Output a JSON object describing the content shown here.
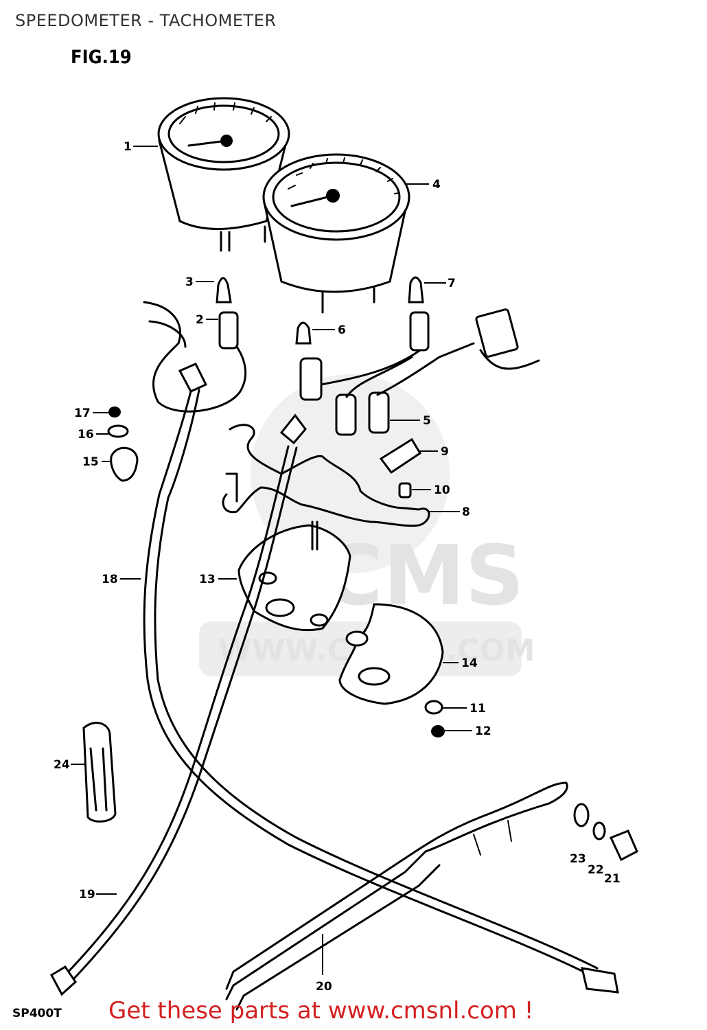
{
  "title": "SPEEDOMETER - TACHOMETER",
  "figure": "FIG.19",
  "model_code": "SP400T",
  "promo_text": "Get these parts at www.cmsnl.com !",
  "watermark": {
    "logo": "CMS",
    "url": "WWW.CMSNL.COM"
  },
  "callouts": {
    "c1": "1",
    "c2": "2",
    "c3": "3",
    "c4": "4",
    "c5": "5",
    "c6": "6",
    "c7": "7",
    "c8": "8",
    "c9": "9",
    "c10": "10",
    "c11": "11",
    "c12": "12",
    "c13": "13",
    "c14": "14",
    "c15": "15",
    "c16": "16",
    "c17": "17",
    "c18": "18",
    "c19": "19",
    "c20": "20",
    "c21": "21",
    "c22": "22",
    "c23": "23",
    "c24": "24"
  },
  "colors": {
    "promo": "#d42020",
    "line": "#000000",
    "watermark": "#e3e3e3"
  }
}
